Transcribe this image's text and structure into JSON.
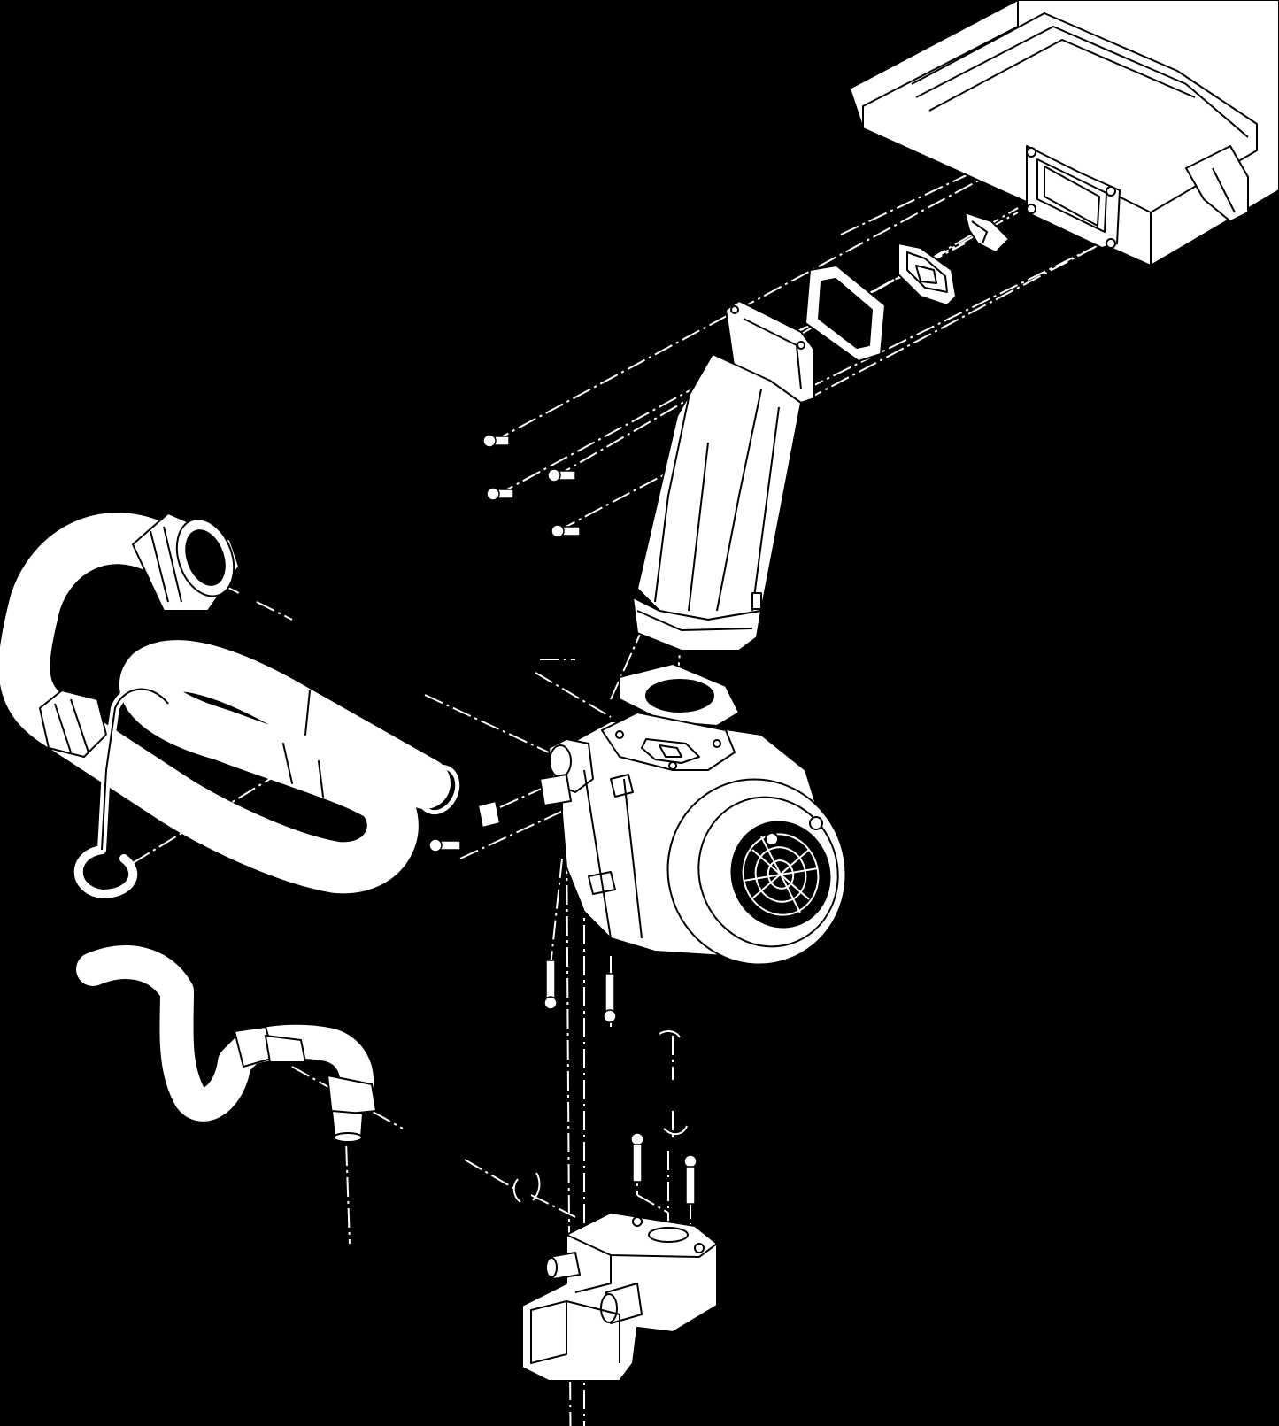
{
  "diagram": {
    "style": "exploded-isometric-line-drawing",
    "background_color": "#000000",
    "line_color": "#000000",
    "fill_color": "#ffffff",
    "parts": [
      {
        "id": "heat-exchanger-housing",
        "label": ""
      },
      {
        "id": "flue-gasket",
        "label": ""
      },
      {
        "id": "venturi-plate",
        "label": ""
      },
      {
        "id": "mixing-chamber-gasket",
        "label": ""
      },
      {
        "id": "air-intake-duct",
        "label": ""
      },
      {
        "id": "duct-screw-1",
        "label": ""
      },
      {
        "id": "duct-screw-2",
        "label": ""
      },
      {
        "id": "duct-screw-3",
        "label": ""
      },
      {
        "id": "duct-screw-4",
        "label": ""
      },
      {
        "id": "duct-base-gasket",
        "label": ""
      },
      {
        "id": "fan-assembly",
        "label": ""
      },
      {
        "id": "fan-motor",
        "label": ""
      },
      {
        "id": "gas-inlet-hose",
        "label": ""
      },
      {
        "id": "air-hose-clip",
        "label": ""
      },
      {
        "id": "o-ring",
        "label": ""
      },
      {
        "id": "small-block-insert",
        "label": ""
      },
      {
        "id": "gas-pipe",
        "label": ""
      },
      {
        "id": "gas-valve",
        "label": ""
      },
      {
        "id": "valve-screw-1",
        "label": ""
      },
      {
        "id": "valve-screw-2",
        "label": ""
      },
      {
        "id": "fan-screw-1",
        "label": ""
      },
      {
        "id": "fan-screw-2",
        "label": ""
      }
    ]
  }
}
